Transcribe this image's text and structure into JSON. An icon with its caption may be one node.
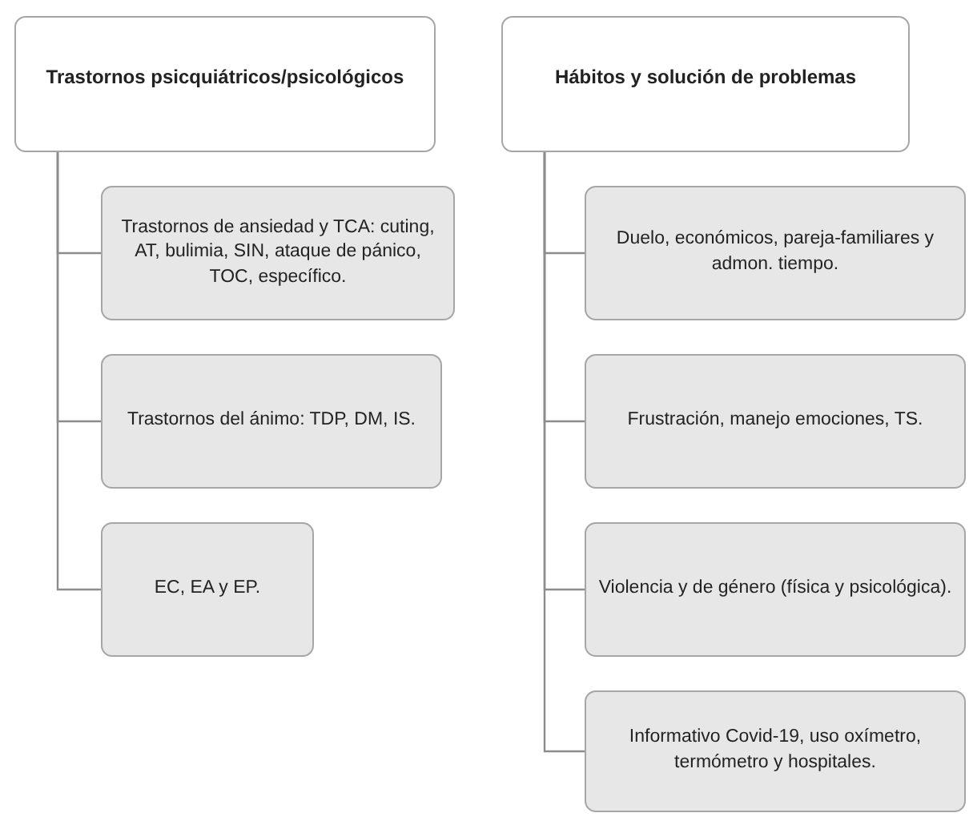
{
  "diagram": {
    "nodes": [
      {
        "text": [
          "Trastornos psicquiátricos/psicológicos"
        ]
      },
      {
        "text": [
          "Trastornos de ansiedad y TCA: cuting, AT, bulimia, SIN, ataque de pánico, TOC, específico."
        ]
      },
      {
        "text": [
          "Trastornos del ánimo: TDP, DM, IS."
        ]
      },
      {
        "text": [
          "EC, EA y EP."
        ]
      },
      {
        "text": [
          "Hábitos y solución de problemas"
        ]
      },
      {
        "text": [
          "Duelo, económicos, pareja-familiares y admon. tiempo."
        ]
      },
      {
        "text": [
          "Frustración, manejo emociones, TS."
        ]
      },
      {
        "text": [
          "Violencia y de género (física y psicológica)."
        ]
      },
      {
        "text": [
          "Informativo Covid-19, uso oxímetro, termómetro y hospitales."
        ]
      }
    ],
    "edges": [
      {
        "from": 0,
        "to": 1,
        "arrow": "none"
      },
      {
        "from": 0,
        "to": 2,
        "arrow": "none"
      },
      {
        "from": 0,
        "to": 3,
        "arrow": "none"
      },
      {
        "from": 4,
        "to": 5,
        "arrow": "none"
      },
      {
        "from": 4,
        "to": 6,
        "arrow": "none"
      },
      {
        "from": 4,
        "to": 7,
        "arrow": "none"
      },
      {
        "from": 4,
        "to": 8,
        "arrow": "none"
      }
    ]
  }
}
